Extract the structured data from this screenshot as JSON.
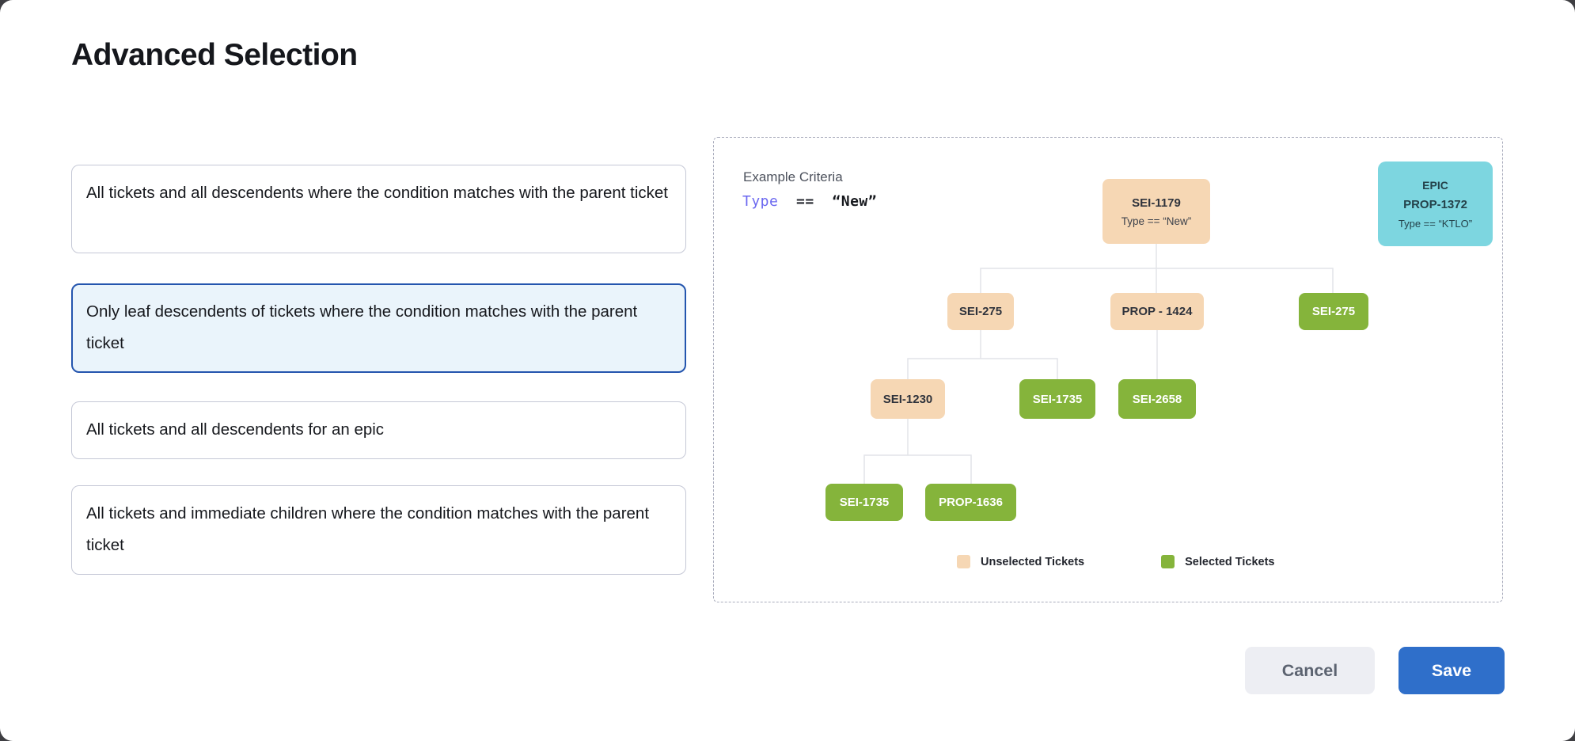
{
  "page": {
    "title": "Advanced Selection"
  },
  "options": [
    {
      "label": "All tickets and all descendents where the condition matches with the parent ticket",
      "selected": false
    },
    {
      "label": "Only leaf descendents of tickets where the condition matches with the parent ticket",
      "selected": true
    },
    {
      "label": "All tickets and all descendents for an epic",
      "selected": false
    },
    {
      "label": "All tickets and immediate children where the condition matches with the parent ticket",
      "selected": false
    }
  ],
  "example_panel": {
    "heading": "Example Criteria",
    "criteria": {
      "field": "Type",
      "operator": "==",
      "value": "“New”"
    },
    "epic_card": {
      "type_label": "EPIC",
      "id": "PROP-1372",
      "criteria": "Type == “KTLO”"
    },
    "tree": {
      "root": {
        "id": "SEI-1179",
        "criteria": "Type == “New”",
        "state": "unselected"
      },
      "l2a": {
        "id": "SEI-275",
        "state": "unselected"
      },
      "l2b": {
        "id": "PROP - 1424",
        "state": "unselected"
      },
      "l2c": {
        "id": "SEI-275",
        "state": "selected"
      },
      "l3a": {
        "id": "SEI-1230",
        "state": "unselected"
      },
      "l3b": {
        "id": "SEI-1735",
        "state": "selected"
      },
      "l3c": {
        "id": "SEI-2658",
        "state": "selected"
      },
      "l4a": {
        "id": "SEI-1735",
        "state": "selected"
      },
      "l4b": {
        "id": "PROP-1636",
        "state": "selected"
      }
    },
    "legend": [
      {
        "label": "Unselected Tickets",
        "color": "#f6d7b4"
      },
      {
        "label": "Selected Tickets",
        "color": "#85b43b"
      }
    ]
  },
  "footer": {
    "cancel_label": "Cancel",
    "save_label": "Save"
  },
  "colors": {
    "unselected_ticket": "#f6d7b4",
    "selected_ticket": "#85b43b",
    "epic_card": "#7dd6e0",
    "selected_option_border": "#2455ae",
    "selected_option_bg": "#eaf4fb",
    "save_button": "#2f6fca",
    "criteria_field": "#6b68f0"
  }
}
